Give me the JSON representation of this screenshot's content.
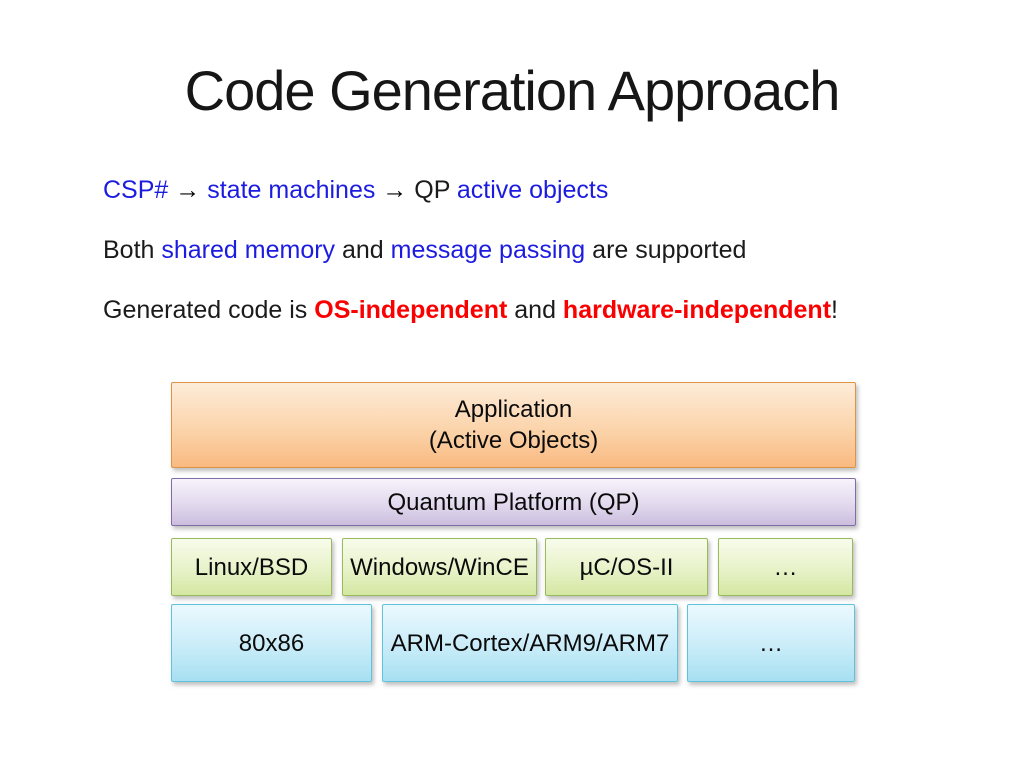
{
  "slide": {
    "title": "Code Generation Approach"
  },
  "text": {
    "lines": [
      {
        "segments": [
          {
            "t": "CSP#",
            "style": "blue"
          },
          {
            "t": " → ",
            "style": "arrow"
          },
          {
            "t": "state machines",
            "style": "blue"
          },
          {
            "t": " → ",
            "style": "arrow"
          },
          {
            "t": "QP ",
            "style": "plain"
          },
          {
            "t": "active objects",
            "style": "blue"
          }
        ]
      },
      {
        "segments": [
          {
            "t": "Both ",
            "style": "plain"
          },
          {
            "t": "shared memory",
            "style": "blue"
          },
          {
            "t": " and ",
            "style": "plain"
          },
          {
            "t": "message passing",
            "style": "blue"
          },
          {
            "t": " are supported",
            "style": "plain"
          }
        ]
      },
      {
        "segments": [
          {
            "t": "Generated code is ",
            "style": "plain"
          },
          {
            "t": "OS-independent",
            "style": "red"
          },
          {
            "t": " and ",
            "style": "plain"
          },
          {
            "t": "hardware-independent",
            "style": "red"
          },
          {
            "t": "!",
            "style": "plain"
          }
        ]
      }
    ]
  },
  "diagram": {
    "application": {
      "line1": "Application",
      "line2": "(Active Objects)"
    },
    "qp": "Quantum Platform (QP)",
    "os": [
      "Linux/BSD",
      "Windows/WinCE",
      "µC/OS-II",
      "…"
    ],
    "hw": [
      "80x86",
      "ARM-Cortex/ARM9/ARM7",
      "…"
    ]
  },
  "colors": {
    "text_blue": "#1c1ce0",
    "text_red": "#fb0000",
    "app_fill_bottom": "#f9ba81",
    "app_border": "#de9445",
    "qp_fill_bottom": "#cbbede",
    "qp_border": "#7f6ca8",
    "os_fill_bottom": "#d4e7a2",
    "os_border": "#9ab95c",
    "hw_fill_bottom": "#a7e0f2",
    "hw_border": "#62c1db"
  }
}
